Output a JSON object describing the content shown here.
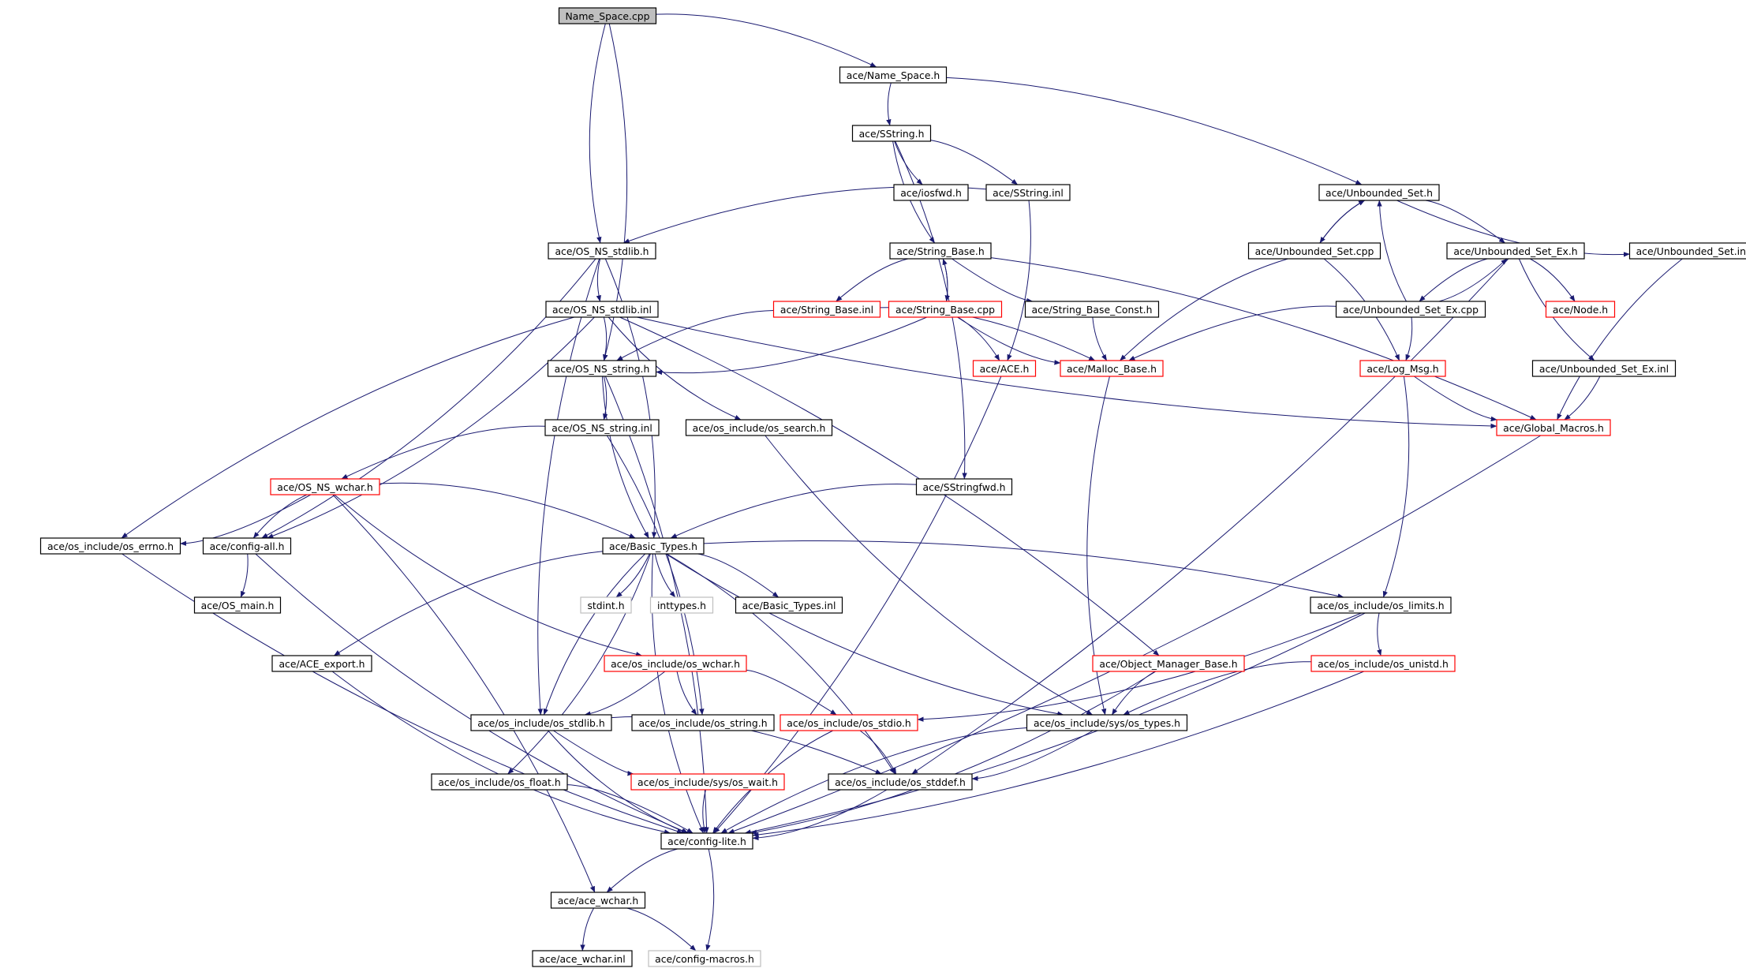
{
  "colors": {
    "edge": "#191970",
    "border_normal": "#000000",
    "border_incomplete": "#ff0000",
    "border_missing": "#bfbfbf",
    "root_fill": "#bfbfbf",
    "node_fill": "#ffffff",
    "text": "#000000"
  },
  "nodes": [
    {
      "id": "n0",
      "label": "Name_Space.cpp",
      "style": "root"
    },
    {
      "id": "n1",
      "label": "ace/Name_Space.h",
      "style": "normal"
    },
    {
      "id": "n2",
      "label": "ace/SString.h",
      "style": "normal"
    },
    {
      "id": "n3",
      "label": "ace/Unbounded_Set.h",
      "style": "normal"
    },
    {
      "id": "n4",
      "label": "ace/iosfwd.h",
      "style": "normal"
    },
    {
      "id": "n5",
      "label": "ace/SString.inl",
      "style": "normal"
    },
    {
      "id": "n6",
      "label": "ace/OS_NS_stdlib.h",
      "style": "normal"
    },
    {
      "id": "n7",
      "label": "ace/String_Base.h",
      "style": "normal"
    },
    {
      "id": "n8",
      "label": "ace/Unbounded_Set.cpp",
      "style": "normal"
    },
    {
      "id": "n9",
      "label": "ace/Unbounded_Set_Ex.h",
      "style": "normal"
    },
    {
      "id": "n10",
      "label": "ace/Unbounded_Set.inl",
      "style": "normal"
    },
    {
      "id": "n11",
      "label": "ace/OS_NS_stdlib.inl",
      "style": "normal"
    },
    {
      "id": "n12",
      "label": "ace/String_Base.inl",
      "style": "incomplete"
    },
    {
      "id": "n13",
      "label": "ace/String_Base.cpp",
      "style": "incomplete"
    },
    {
      "id": "n14",
      "label": "ace/String_Base_Const.h",
      "style": "normal"
    },
    {
      "id": "n15",
      "label": "ace/Unbounded_Set_Ex.cpp",
      "style": "normal"
    },
    {
      "id": "n16",
      "label": "ace/Node.h",
      "style": "incomplete"
    },
    {
      "id": "n17",
      "label": "ace/OS_NS_string.h",
      "style": "normal"
    },
    {
      "id": "n18",
      "label": "ace/ACE.h",
      "style": "incomplete"
    },
    {
      "id": "n19",
      "label": "ace/Malloc_Base.h",
      "style": "incomplete"
    },
    {
      "id": "n20",
      "label": "ace/Log_Msg.h",
      "style": "incomplete"
    },
    {
      "id": "n21",
      "label": "ace/Unbounded_Set_Ex.inl",
      "style": "normal"
    },
    {
      "id": "n22",
      "label": "ace/OS_NS_string.inl",
      "style": "normal"
    },
    {
      "id": "n23",
      "label": "ace/os_include/os_search.h",
      "style": "normal"
    },
    {
      "id": "n24",
      "label": "ace/Global_Macros.h",
      "style": "incomplete"
    },
    {
      "id": "n25",
      "label": "ace/OS_NS_wchar.h",
      "style": "incomplete"
    },
    {
      "id": "n26",
      "label": "ace/SStringfwd.h",
      "style": "normal"
    },
    {
      "id": "n27",
      "label": "ace/os_include/os_errno.h",
      "style": "normal"
    },
    {
      "id": "n28",
      "label": "ace/config-all.h",
      "style": "normal"
    },
    {
      "id": "n29",
      "label": "ace/Basic_Types.h",
      "style": "normal"
    },
    {
      "id": "n30",
      "label": "ace/OS_main.h",
      "style": "normal"
    },
    {
      "id": "n31",
      "label": "stdint.h",
      "style": "missing"
    },
    {
      "id": "n32",
      "label": "inttypes.h",
      "style": "missing"
    },
    {
      "id": "n33",
      "label": "ace/Basic_Types.inl",
      "style": "normal"
    },
    {
      "id": "n34",
      "label": "ace/os_include/os_limits.h",
      "style": "normal"
    },
    {
      "id": "n35",
      "label": "ace/ACE_export.h",
      "style": "normal"
    },
    {
      "id": "n36",
      "label": "ace/os_include/os_wchar.h",
      "style": "incomplete"
    },
    {
      "id": "n37",
      "label": "ace/Object_Manager_Base.h",
      "style": "incomplete"
    },
    {
      "id": "n38",
      "label": "ace/os_include/os_unistd.h",
      "style": "incomplete"
    },
    {
      "id": "n39",
      "label": "ace/os_include/os_stdlib.h",
      "style": "normal"
    },
    {
      "id": "n40",
      "label": "ace/os_include/os_string.h",
      "style": "normal"
    },
    {
      "id": "n41",
      "label": "ace/os_include/os_stdio.h",
      "style": "incomplete"
    },
    {
      "id": "n42",
      "label": "ace/os_include/sys/os_types.h",
      "style": "normal"
    },
    {
      "id": "n43",
      "label": "ace/os_include/os_float.h",
      "style": "normal"
    },
    {
      "id": "n44",
      "label": "ace/os_include/sys/os_wait.h",
      "style": "incomplete"
    },
    {
      "id": "n45",
      "label": "ace/os_include/os_stddef.h",
      "style": "normal"
    },
    {
      "id": "n46",
      "label": "ace/config-lite.h",
      "style": "normal"
    },
    {
      "id": "n47",
      "label": "ace/ace_wchar.h",
      "style": "normal"
    },
    {
      "id": "n48",
      "label": "ace/ace_wchar.inl",
      "style": "normal"
    },
    {
      "id": "n49",
      "label": "ace/config-macros.h",
      "style": "missing"
    }
  ],
  "edges": [
    [
      "n0",
      "n1"
    ],
    [
      "n0",
      "n6"
    ],
    [
      "n0",
      "n17"
    ],
    [
      "n1",
      "n2"
    ],
    [
      "n1",
      "n3"
    ],
    [
      "n2",
      "n4"
    ],
    [
      "n2",
      "n5"
    ],
    [
      "n2",
      "n7"
    ],
    [
      "n2",
      "n26"
    ],
    [
      "n5",
      "n6"
    ],
    [
      "n5",
      "n18"
    ],
    [
      "n6",
      "n11"
    ],
    [
      "n6",
      "n28"
    ],
    [
      "n6",
      "n39"
    ],
    [
      "n6",
      "n29"
    ],
    [
      "n3",
      "n8"
    ],
    [
      "n3",
      "n9"
    ],
    [
      "n3",
      "n10"
    ],
    [
      "n8",
      "n3"
    ],
    [
      "n8",
      "n19"
    ],
    [
      "n8",
      "n20"
    ],
    [
      "n9",
      "n15"
    ],
    [
      "n9",
      "n16"
    ],
    [
      "n9",
      "n21"
    ],
    [
      "n9",
      "n45"
    ],
    [
      "n15",
      "n9"
    ],
    [
      "n15",
      "n3"
    ],
    [
      "n15",
      "n19"
    ],
    [
      "n15",
      "n20"
    ],
    [
      "n10",
      "n24"
    ],
    [
      "n21",
      "n24"
    ],
    [
      "n20",
      "n24"
    ],
    [
      "n20",
      "n34"
    ],
    [
      "n7",
      "n12"
    ],
    [
      "n7",
      "n13"
    ],
    [
      "n7",
      "n14"
    ],
    [
      "n7",
      "n24"
    ],
    [
      "n13",
      "n7"
    ],
    [
      "n13",
      "n18"
    ],
    [
      "n13",
      "n19"
    ],
    [
      "n13",
      "n17"
    ],
    [
      "n12",
      "n17"
    ],
    [
      "n12",
      "n19"
    ],
    [
      "n14",
      "n19"
    ],
    [
      "n11",
      "n17"
    ],
    [
      "n11",
      "n27"
    ],
    [
      "n11",
      "n28"
    ],
    [
      "n11",
      "n23"
    ],
    [
      "n11",
      "n37"
    ],
    [
      "n11",
      "n24"
    ],
    [
      "n17",
      "n22"
    ],
    [
      "n17",
      "n29"
    ],
    [
      "n17",
      "n46"
    ],
    [
      "n22",
      "n25"
    ],
    [
      "n22",
      "n40"
    ],
    [
      "n23",
      "n42"
    ],
    [
      "n18",
      "n46"
    ],
    [
      "n19",
      "n42"
    ],
    [
      "n24",
      "n46"
    ],
    [
      "n26",
      "n29"
    ],
    [
      "n25",
      "n27"
    ],
    [
      "n25",
      "n28"
    ],
    [
      "n25",
      "n29"
    ],
    [
      "n25",
      "n36"
    ],
    [
      "n25",
      "n47"
    ],
    [
      "n27",
      "n46"
    ],
    [
      "n28",
      "n30"
    ],
    [
      "n28",
      "n46"
    ],
    [
      "n29",
      "n31"
    ],
    [
      "n29",
      "n32"
    ],
    [
      "n29",
      "n33"
    ],
    [
      "n29",
      "n35"
    ],
    [
      "n29",
      "n34"
    ],
    [
      "n29",
      "n39"
    ],
    [
      "n29",
      "n43"
    ],
    [
      "n29",
      "n46"
    ],
    [
      "n29",
      "n45"
    ],
    [
      "n29",
      "n42"
    ],
    [
      "n34",
      "n41"
    ],
    [
      "n34",
      "n38"
    ],
    [
      "n34",
      "n46"
    ],
    [
      "n35",
      "n46"
    ],
    [
      "n36",
      "n39"
    ],
    [
      "n36",
      "n40"
    ],
    [
      "n36",
      "n41"
    ],
    [
      "n37",
      "n42"
    ],
    [
      "n37",
      "n46"
    ],
    [
      "n38",
      "n42"
    ],
    [
      "n38",
      "n46"
    ],
    [
      "n39",
      "n44"
    ],
    [
      "n39",
      "n45"
    ],
    [
      "n39",
      "n46"
    ],
    [
      "n41",
      "n45"
    ],
    [
      "n41",
      "n46"
    ],
    [
      "n42",
      "n45"
    ],
    [
      "n42",
      "n46"
    ],
    [
      "n43",
      "n46"
    ],
    [
      "n44",
      "n46"
    ],
    [
      "n45",
      "n46"
    ],
    [
      "n46",
      "n47"
    ],
    [
      "n46",
      "n49"
    ],
    [
      "n47",
      "n48"
    ],
    [
      "n47",
      "n49"
    ]
  ]
}
